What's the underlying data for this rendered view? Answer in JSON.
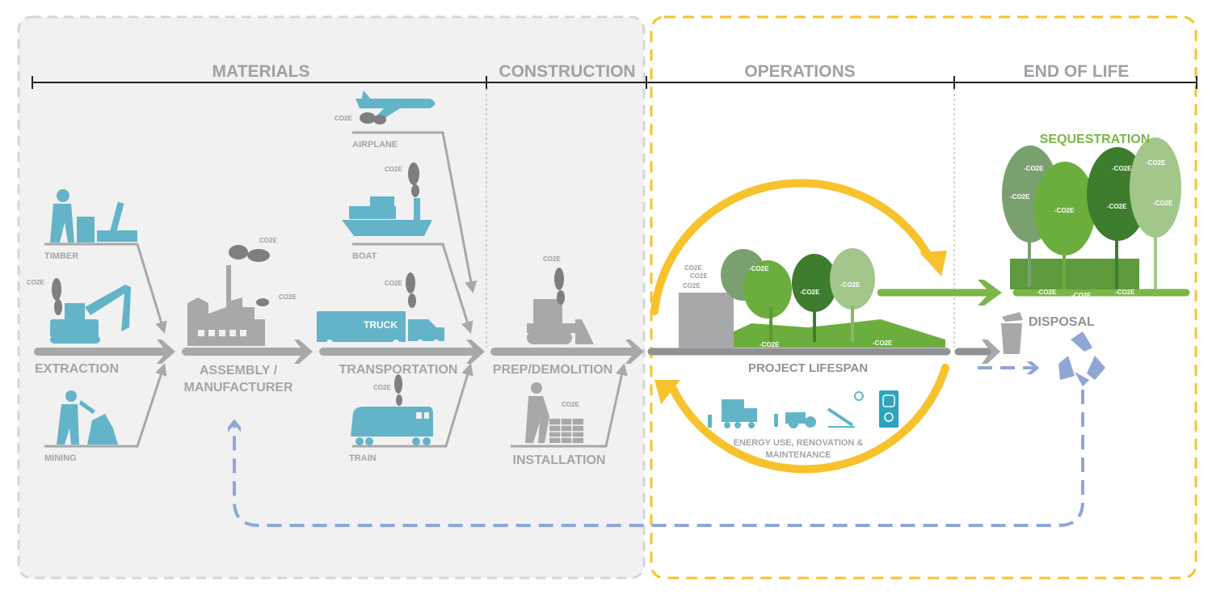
{
  "colors": {
    "grey_panel": "#f1f1f1",
    "yellow": "#f7c22b",
    "green": "#7ab648",
    "blue_dashed": "#8fa6d6",
    "teal": "#63b4c8",
    "grey_arrow": "#a6a8aa",
    "label_grey": "#9ea2a6"
  },
  "phases": {
    "materials": "MATERIALS",
    "construction": "CONSTRUCTION",
    "operations": "OPERATIONS",
    "end_of_life": "END OF LIFE"
  },
  "steps": {
    "extraction": "EXTRACTION",
    "assembly_line1": "ASSEMBLY /",
    "assembly_line2": "MANUFACTURER",
    "transportation": "TRANSPORTATION",
    "prep_demolition": "PREP/DEMOLITION",
    "installation": "INSTALLATION",
    "project_lifespan": "PROJECT LIFESPAN",
    "disposal": "DISPOSAL",
    "sequestration": "SEQUESTRATION",
    "energy_line1": "ENERGY USE, RENOVATION &",
    "energy_line2": "MAINTENANCE"
  },
  "sources": {
    "timber": "TIMBER",
    "mining": "MINING",
    "airplane": "AIRPLANE",
    "boat": "BOAT",
    "truck": "TRUCK",
    "train": "TRAIN"
  },
  "emission_label": "CO2E",
  "sequestration_label": "-CO2E",
  "icons": [
    "worker-timber-icon",
    "excavator-icon",
    "miner-icon",
    "factory-icon",
    "airplane-icon",
    "boat-icon",
    "truck-icon",
    "train-icon",
    "bulldozer-icon",
    "bricklayer-icon",
    "building-icon",
    "trees-icon",
    "electric-truck-icon",
    "electric-tractor-icon",
    "solar-panel-icon",
    "ev-charger-icon",
    "trash-bin-icon",
    "recycle-icon"
  ]
}
